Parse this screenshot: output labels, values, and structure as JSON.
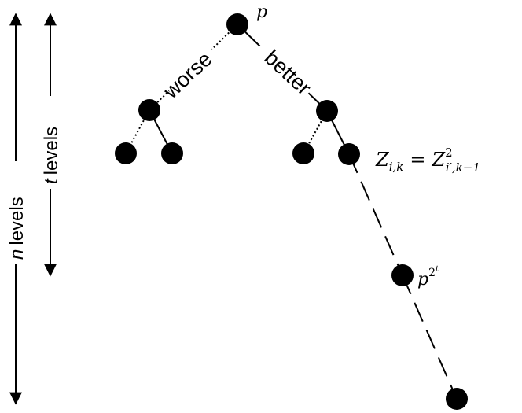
{
  "labels": {
    "t_var": "t",
    "t_word": "levels",
    "n_var": "n",
    "n_word": "levels",
    "worse": "worse",
    "better": "better",
    "root": "p",
    "mid_base": "p",
    "mid_exp_base": "2",
    "mid_exp_sup": "t",
    "formula_lhs_var": "Z",
    "formula_lhs_sub": "i,k",
    "formula_eq": "=",
    "formula_rhs_var": "Z",
    "formula_rhs_sup": "2",
    "formula_rhs_sub": "i′,k−1"
  },
  "colors": {
    "ink": "#000000",
    "background": "#ffffff"
  }
}
